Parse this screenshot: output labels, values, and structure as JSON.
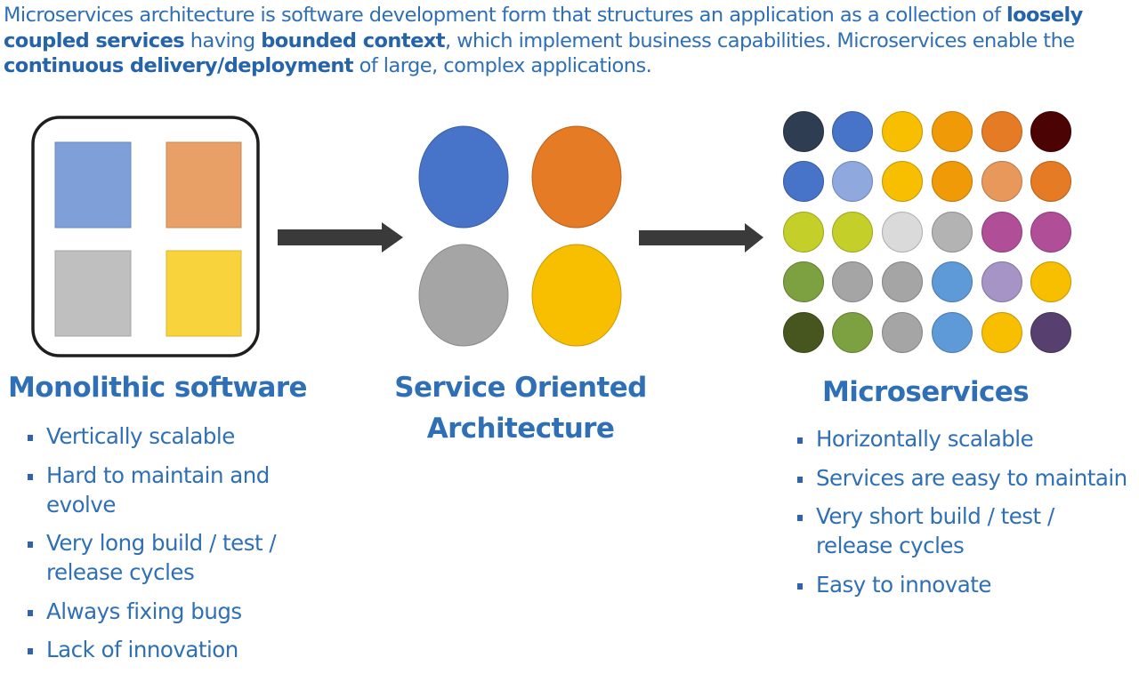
{
  "intro": {
    "segments": [
      {
        "text": "Microservices architecture is software development form that structures an application as a collection of ",
        "bold": false
      },
      {
        "text": "loosely coupled services",
        "bold": true
      },
      {
        "text": " having ",
        "bold": false
      },
      {
        "text": "bounded context",
        "bold": true
      },
      {
        "text": ", which implement business capabilities. Microservices enable the ",
        "bold": false
      },
      {
        "text": "continuous delivery/deployment",
        "bold": true
      },
      {
        "text": " of large, complex applications.",
        "bold": false
      }
    ]
  },
  "colors": {
    "text": "#2e6fb6",
    "arrow": "#3a3a3a",
    "frame": "#1e1e1e"
  },
  "monolith": {
    "title": "Monolithic software",
    "blocks": [
      {
        "name": "blue-block",
        "color": "#7f9fd9"
      },
      {
        "name": "orange-block",
        "color": "#e9a067"
      },
      {
        "name": "gray-block",
        "color": "#bfbfbf"
      },
      {
        "name": "yellow-block",
        "color": "#f9d33c"
      }
    ],
    "bullets": [
      "Vertically scalable",
      "Hard to maintain and evolve",
      "Very long build / test / release cycles",
      "Always fixing bugs",
      "Lack of innovation"
    ]
  },
  "soa": {
    "title_line1": "Service Oriented",
    "title_line2": "Architecture",
    "services": [
      {
        "name": "blue-service",
        "color": "#4773c8"
      },
      {
        "name": "orange-service",
        "color": "#e57b24"
      },
      {
        "name": "gray-service",
        "color": "#a5a5a5"
      },
      {
        "name": "yellow-service",
        "color": "#f8be00"
      }
    ]
  },
  "microservices": {
    "title": "Microservices",
    "grid": [
      [
        "#2f3d52",
        "#4773c8",
        "#f8be00",
        "#f19a08",
        "#e57b24",
        "#4b0303"
      ],
      [
        "#4773c8",
        "#8fa9de",
        "#f8be00",
        "#f19a08",
        "#e9985b",
        "#e57b24"
      ],
      [
        "#c4cf2a",
        "#c4cf2a",
        "#dadada",
        "#b3b3b3",
        "#b04e98",
        "#b04e98"
      ],
      [
        "#7da040",
        "#a5a5a5",
        "#a5a5a5",
        "#5f9ad8",
        "#a594c5",
        "#f8be00"
      ],
      [
        "#47561f",
        "#7da040",
        "#a5a5a5",
        "#5f9ad8",
        "#f8be00",
        "#57406f"
      ]
    ],
    "bullets": [
      "Horizontally scalable",
      "Services are easy to maintain",
      "Very short build / test / release cycles",
      "Easy to innovate"
    ]
  }
}
